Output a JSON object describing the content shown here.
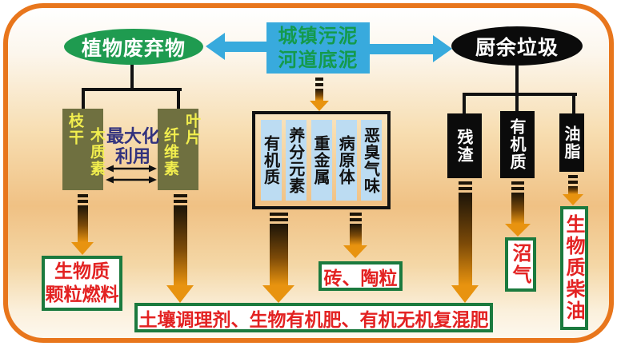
{
  "colors": {
    "frame_orange": "#e8761c",
    "cyan": "#38aadd",
    "node_green": "#1f9b50",
    "sludge_text_green": "#149a4c",
    "olive": "#6f7040",
    "olive_text_yellow": "#f2ee4e",
    "maximize_navy": "#32327e",
    "strip_blue": "#bcdcf2",
    "box_black": "#0b0b0b",
    "product_red": "#e32222",
    "product_border_green": "#1b7a3e",
    "arrow_orange": "#e8930f",
    "arrow_dark": "#1c1408"
  },
  "sources": {
    "sludge_line1": "城镇污泥",
    "sludge_line2": "河道底泥",
    "plant_waste": "植物废弃物",
    "kitchen_waste": "厨余垃圾"
  },
  "plant_branch": {
    "left_box_col1": "枝干",
    "left_box_col2": "木质素",
    "right_box_col1": "纤维素",
    "right_box_col2": "叶片",
    "maximize_line1": "最大化",
    "maximize_line2": "利用"
  },
  "sludge_components": [
    "有机质",
    "养分元素",
    "重金属",
    "病原体",
    "恶臭气味"
  ],
  "kitchen_components": [
    "残渣",
    "有机质",
    "油脂"
  ],
  "products": {
    "pellet_line1": "生物质",
    "pellet_line2": "颗粒燃料",
    "soil_amendment": "土壤调理剂、生物有机肥、有机无机复混肥",
    "brick": "砖、陶粒",
    "biogas": "沼气",
    "biodiesel": "生物质柴油"
  }
}
